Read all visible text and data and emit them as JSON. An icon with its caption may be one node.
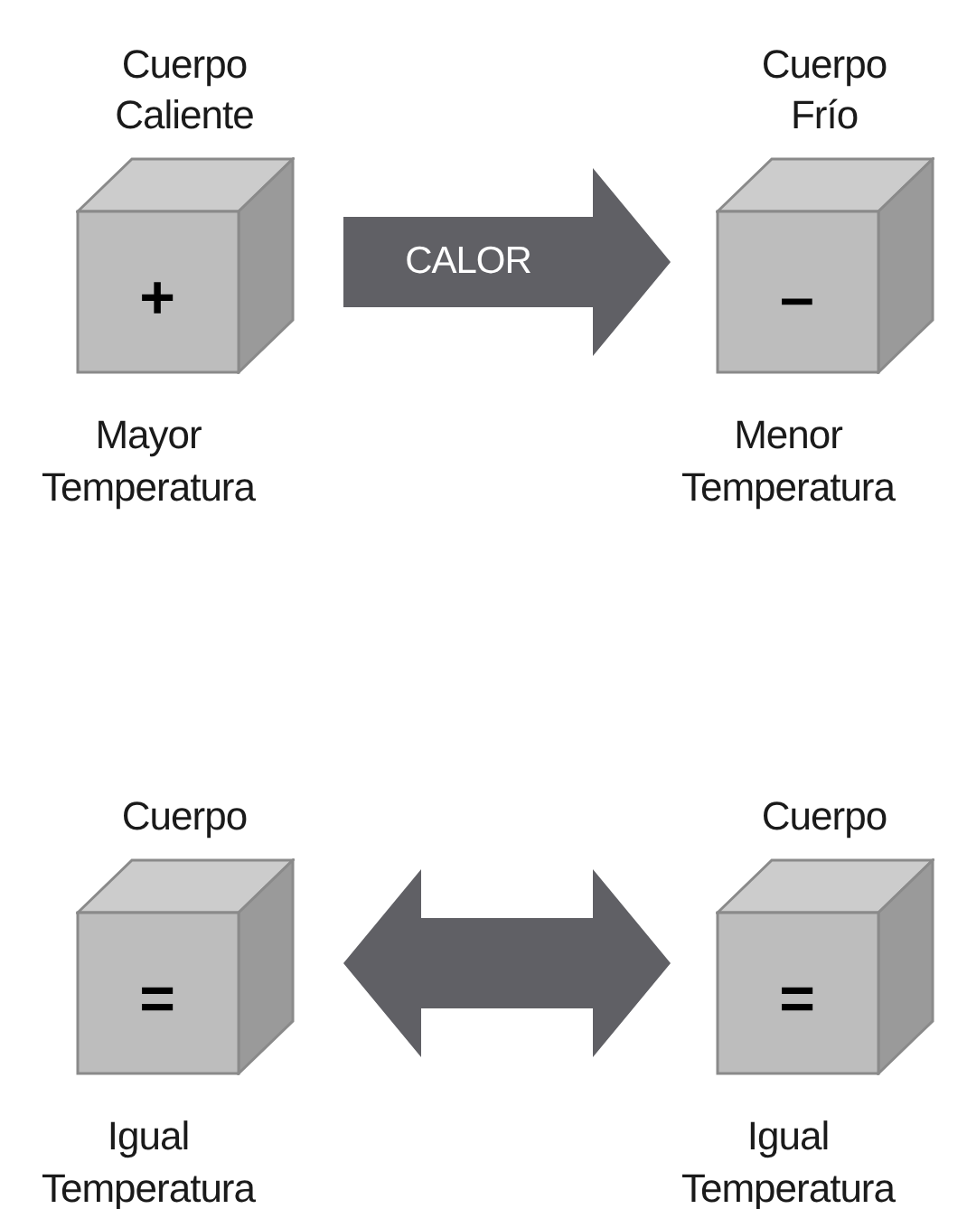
{
  "diagram": {
    "nodes": [
      {
        "text": [
          "Cuerpo Caliente",
          "+",
          "Mayor Temperatura"
        ]
      },
      {
        "text": [
          "Cuerpo Frío",
          "–",
          "Menor Temperatura"
        ]
      },
      {
        "text": [
          "Cuerpo",
          "=",
          "Igual Temperatura"
        ]
      },
      {
        "text": [
          "Cuerpo",
          "=",
          "Igual Temperatura"
        ]
      }
    ],
    "edges": [
      {
        "from": 0,
        "to": 1,
        "arrow": "to",
        "label": "CALOR",
        "style": "thick"
      },
      {
        "from": 2,
        "to": 3,
        "arrow": "both",
        "style": "thick"
      }
    ]
  }
}
